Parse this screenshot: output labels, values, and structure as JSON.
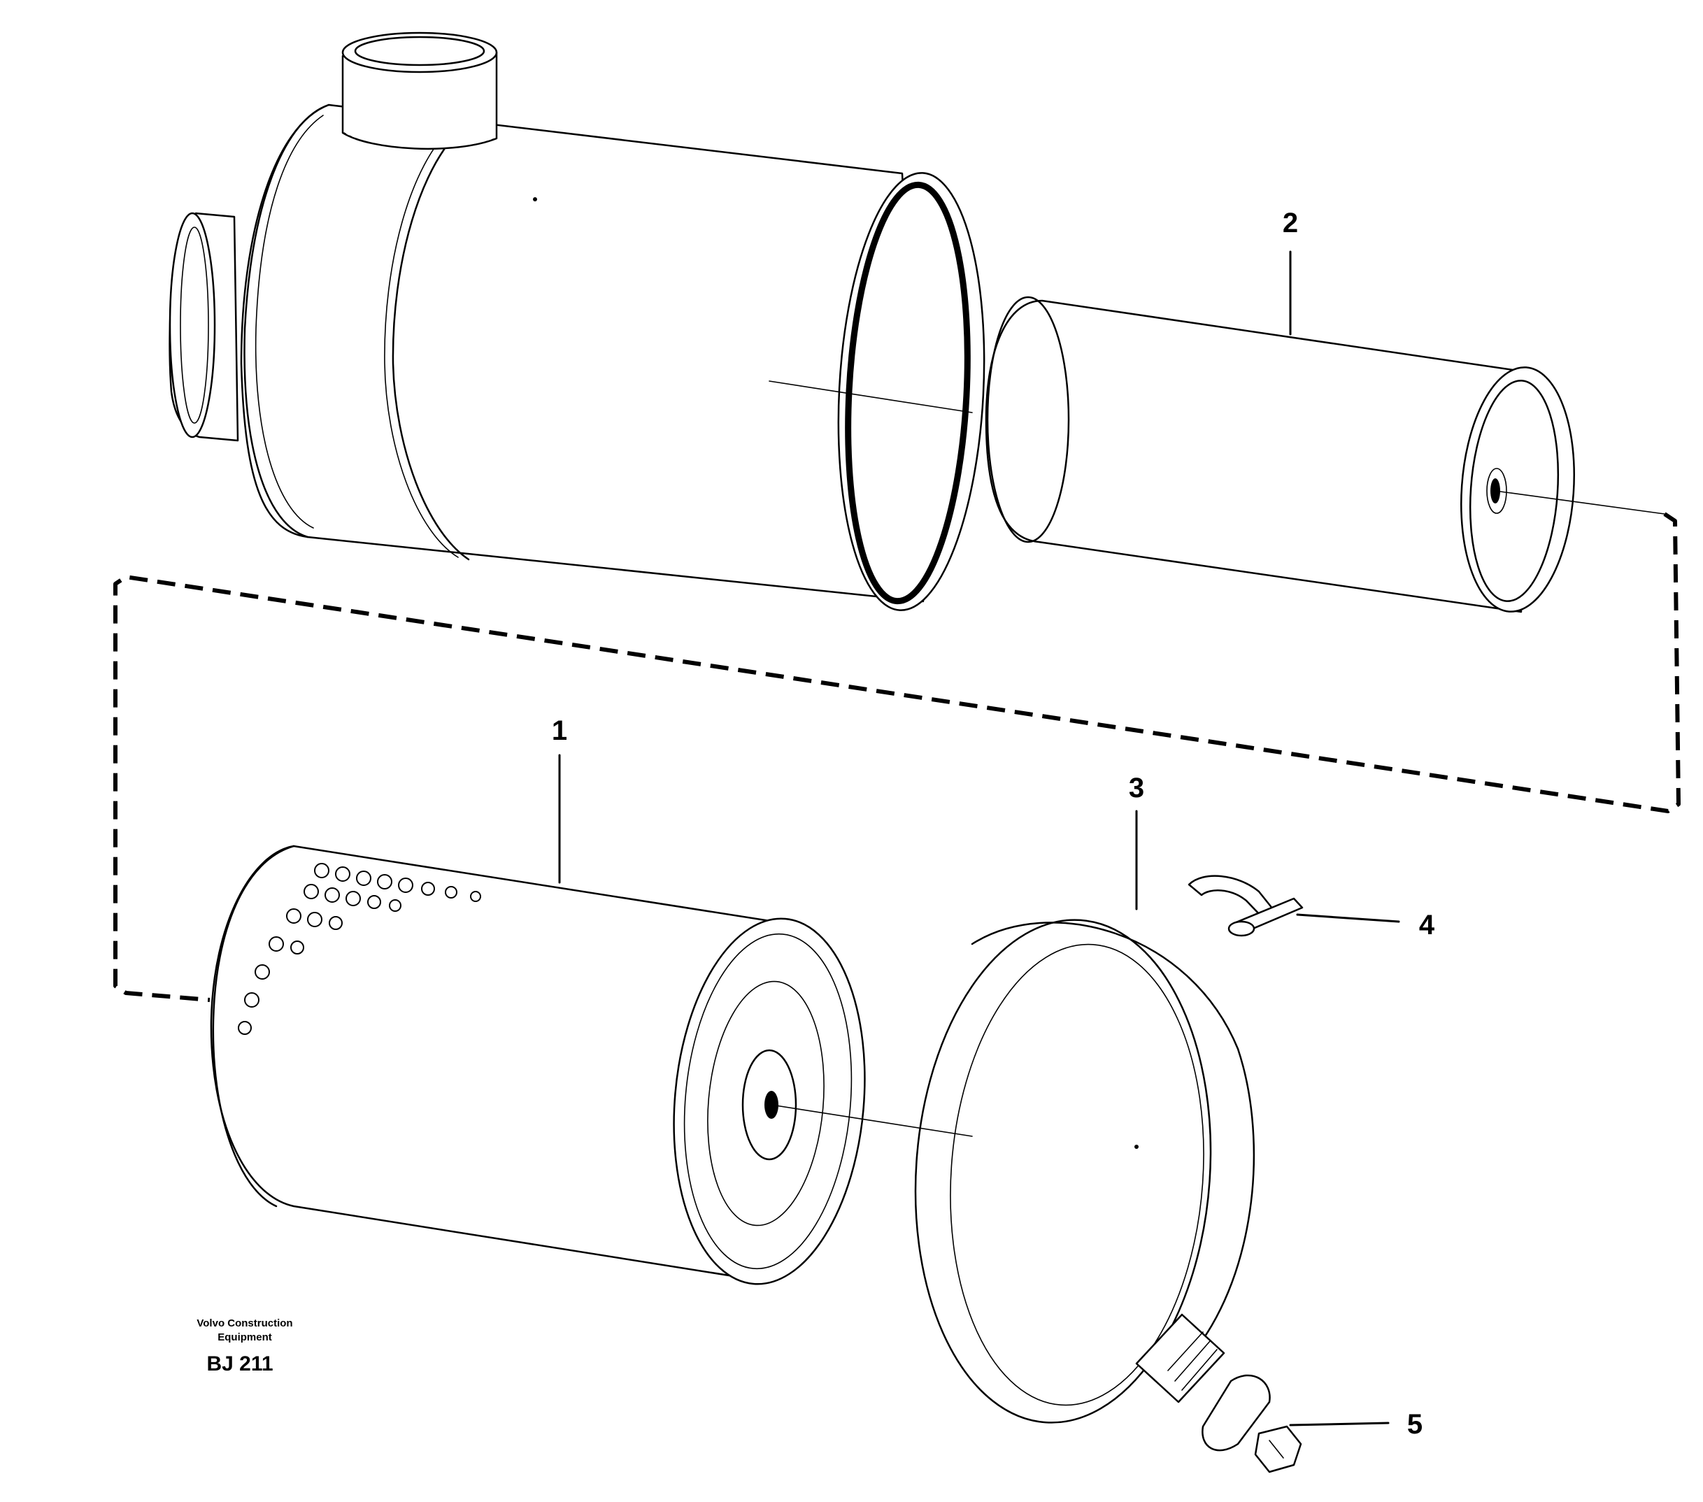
{
  "callouts": {
    "c1": "1",
    "c2": "2",
    "c3": "3",
    "c4": "4",
    "c5": "5"
  },
  "footer": {
    "manufacturer_line1": "Volvo Construction",
    "manufacturer_line2": "Equipment",
    "drawing_code": "BJ 211"
  }
}
